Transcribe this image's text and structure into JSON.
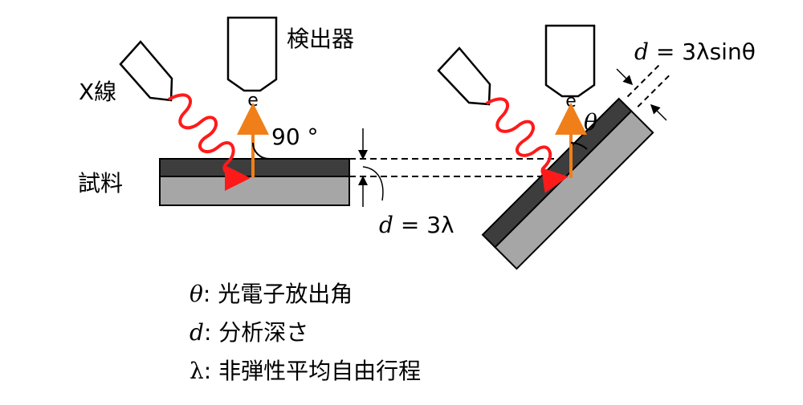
{
  "labels": {
    "detector": "検出器",
    "xray": "X線",
    "sample": "試料",
    "angle_90": "90 °",
    "electron": "e",
    "theta": "θ",
    "d_left": {
      "var": "d",
      "rest": " = 3λ"
    },
    "d_right": {
      "var": "d",
      "rest": " = 3λsinθ"
    }
  },
  "legend": [
    {
      "symbol": "θ",
      "italic": true,
      "sep": ":",
      "text": " 光電子放出角"
    },
    {
      "symbol": "d",
      "italic": true,
      "sep": ":",
      "text": " 分析深さ"
    },
    {
      "symbol": "λ",
      "italic": false,
      "sep": ":",
      "text": " 非弾性平均自由行程"
    }
  ],
  "colors": {
    "wave": "#ff1a1a",
    "arrow": "#f07f1a",
    "top_layer": "#3d3d3d",
    "substrate": "#a6a6a6"
  }
}
